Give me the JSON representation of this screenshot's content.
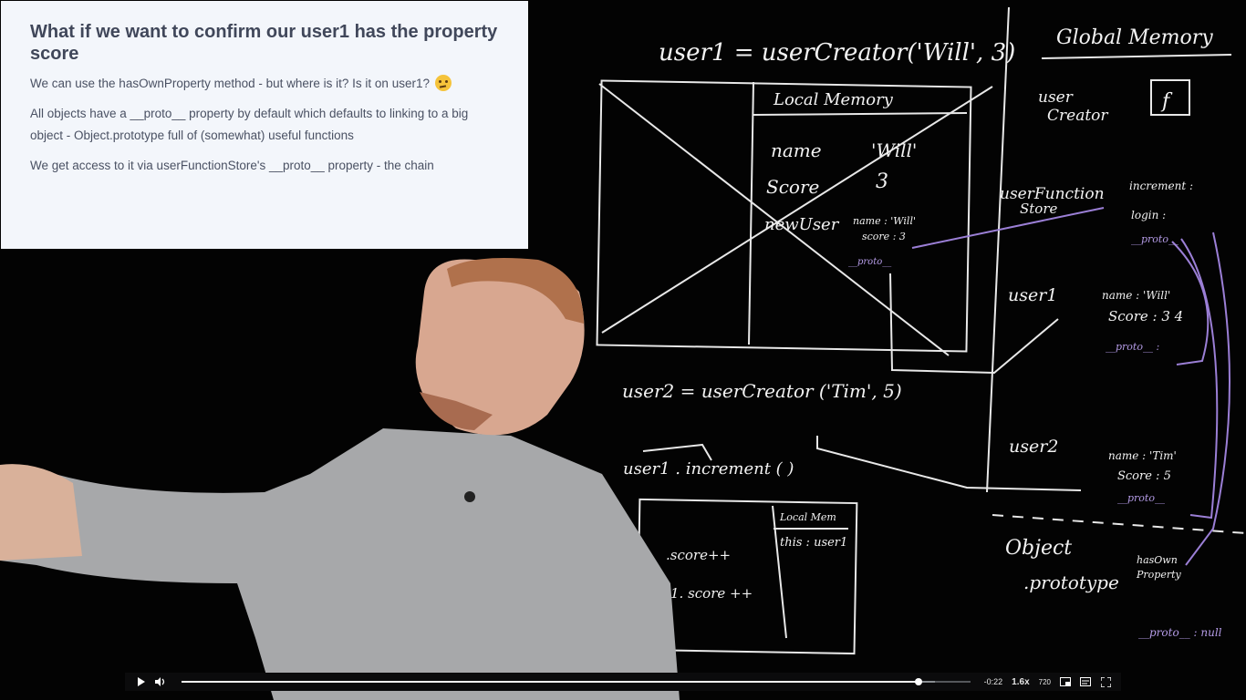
{
  "slide": {
    "title": "What if we want to confirm our user1 has the property score",
    "paragraphs": [
      "We can use the hasOwnProperty method - but where is it? Is it on user1?",
      "All objects have a __proto__ property by default which defaults to linking to a big object - Object.prototype full of (somewhat) useful functions",
      "We get access to it via userFunctionStore's __proto__ property - the chain"
    ],
    "emoji": "thinking-face-icon"
  },
  "board": {
    "line1": "user1 = userCreator('Will', 3)",
    "global_memory": "Global Memory",
    "local_memory": "Local Memory",
    "name_label": "name",
    "name_value": "'Will'",
    "score_label": "Score",
    "score_value": "3",
    "newuser_label": "newUser",
    "newuser_obj": [
      "name : 'Will'",
      "score : 3",
      "__proto__"
    ],
    "usercreator_label": [
      "user",
      "Creator"
    ],
    "f_label": "f",
    "userfunctionstore_label": [
      "userFunction",
      "Store"
    ],
    "ufs_entries": [
      "increment :",
      "login :",
      "__proto__"
    ],
    "user1_label": "user1",
    "user1_obj": [
      "name : 'Will'",
      "Score : 3 4",
      "__proto__ :"
    ],
    "line2": "user2 = userCreator ('Tim', 5)",
    "user2_label": "user2",
    "user2_obj": [
      "name : 'Tim'",
      "Score : 5",
      "__proto__"
    ],
    "call_line": "user1 . increment ( )",
    "local_mem_small": "Local Mem",
    "this_line": "this : user1",
    "score_inc_1": ".score++",
    "score_inc_2": "1. score ++",
    "object_prototype": [
      "Object",
      ".prototype"
    ],
    "has_own": [
      "hasOwn",
      "Property"
    ],
    "proto_null": "__proto__ : null"
  },
  "controls": {
    "time_remaining": "-0:22",
    "speed": "1.6x",
    "quality": "720",
    "progress_fraction": 0.935,
    "buffered_fraction": 0.955
  }
}
